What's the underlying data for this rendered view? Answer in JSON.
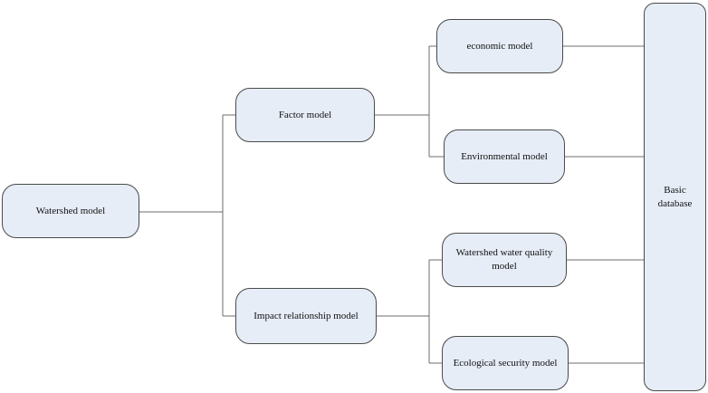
{
  "nodes": {
    "watershed_model": "Watershed model",
    "factor_model": "Factor model",
    "impact_relationship_model": "Impact relationship model",
    "economic_model": "economic model",
    "environmental_model": "Environmental model",
    "watershed_water_quality_model": "Watershed water quality model",
    "ecological_security_model": "Ecological security model",
    "basic_database": "Basic database"
  },
  "colors": {
    "node_fill": "#e6edf7",
    "node_border": "#4a4a4a",
    "connector": "#6e6e6e",
    "text": "#111111"
  }
}
